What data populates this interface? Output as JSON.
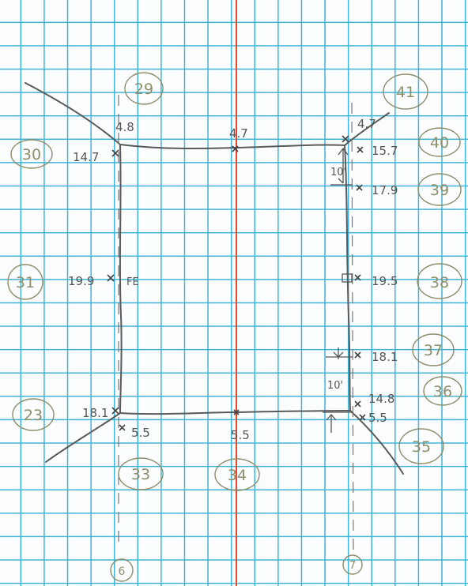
{
  "labels": {
    "top_left_corner": "4.8",
    "top_mid": "4.7",
    "top_right_corner": "4.7",
    "left_top": "14.7",
    "left_mid": "19.9",
    "left_mid_tag": "FE",
    "left_bottom": "18.1",
    "right_top": "15.7",
    "right_17": "17.9",
    "right_mid": "19.5",
    "right_181": "18.1",
    "right_148": "14.8",
    "bottom_left": "5.5",
    "bottom_mid": "5.5",
    "bottom_right": "5.5",
    "dim_top": "10'",
    "dim_bottom": "10'"
  },
  "circled_numbers": {
    "top_left": "29",
    "top_right": "41",
    "right_40": "40",
    "right_39": "39",
    "right_38": "38",
    "right_37": "37",
    "right_36": "36",
    "right_35": "35",
    "left_30": "30",
    "left_31": "31",
    "left_23": "23",
    "bottom_33": "33",
    "bottom_34": "34",
    "axis_left": "6",
    "axis_right": "7"
  },
  "colors": {
    "grid": "#3fb3d6",
    "margin_line": "#e8452c",
    "pencil": "#555555",
    "faded_pencil": "#8e8e6a"
  }
}
